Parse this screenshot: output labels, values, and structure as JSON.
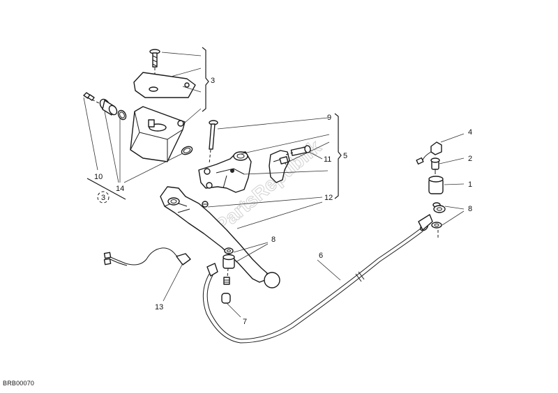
{
  "diagram": {
    "reference_code": "BRB00070",
    "watermark": "PartsRepublik",
    "callouts": {
      "c1": "1",
      "c2": "2",
      "c3": "3",
      "c3_circle": "3",
      "c4": "4",
      "c5": "5",
      "c6": "6",
      "c7": "7",
      "c8a": "8",
      "c8b": "8",
      "c9": "9",
      "c10": "10",
      "c11": "11",
      "c12": "12",
      "c13": "13",
      "c14": "14"
    }
  }
}
